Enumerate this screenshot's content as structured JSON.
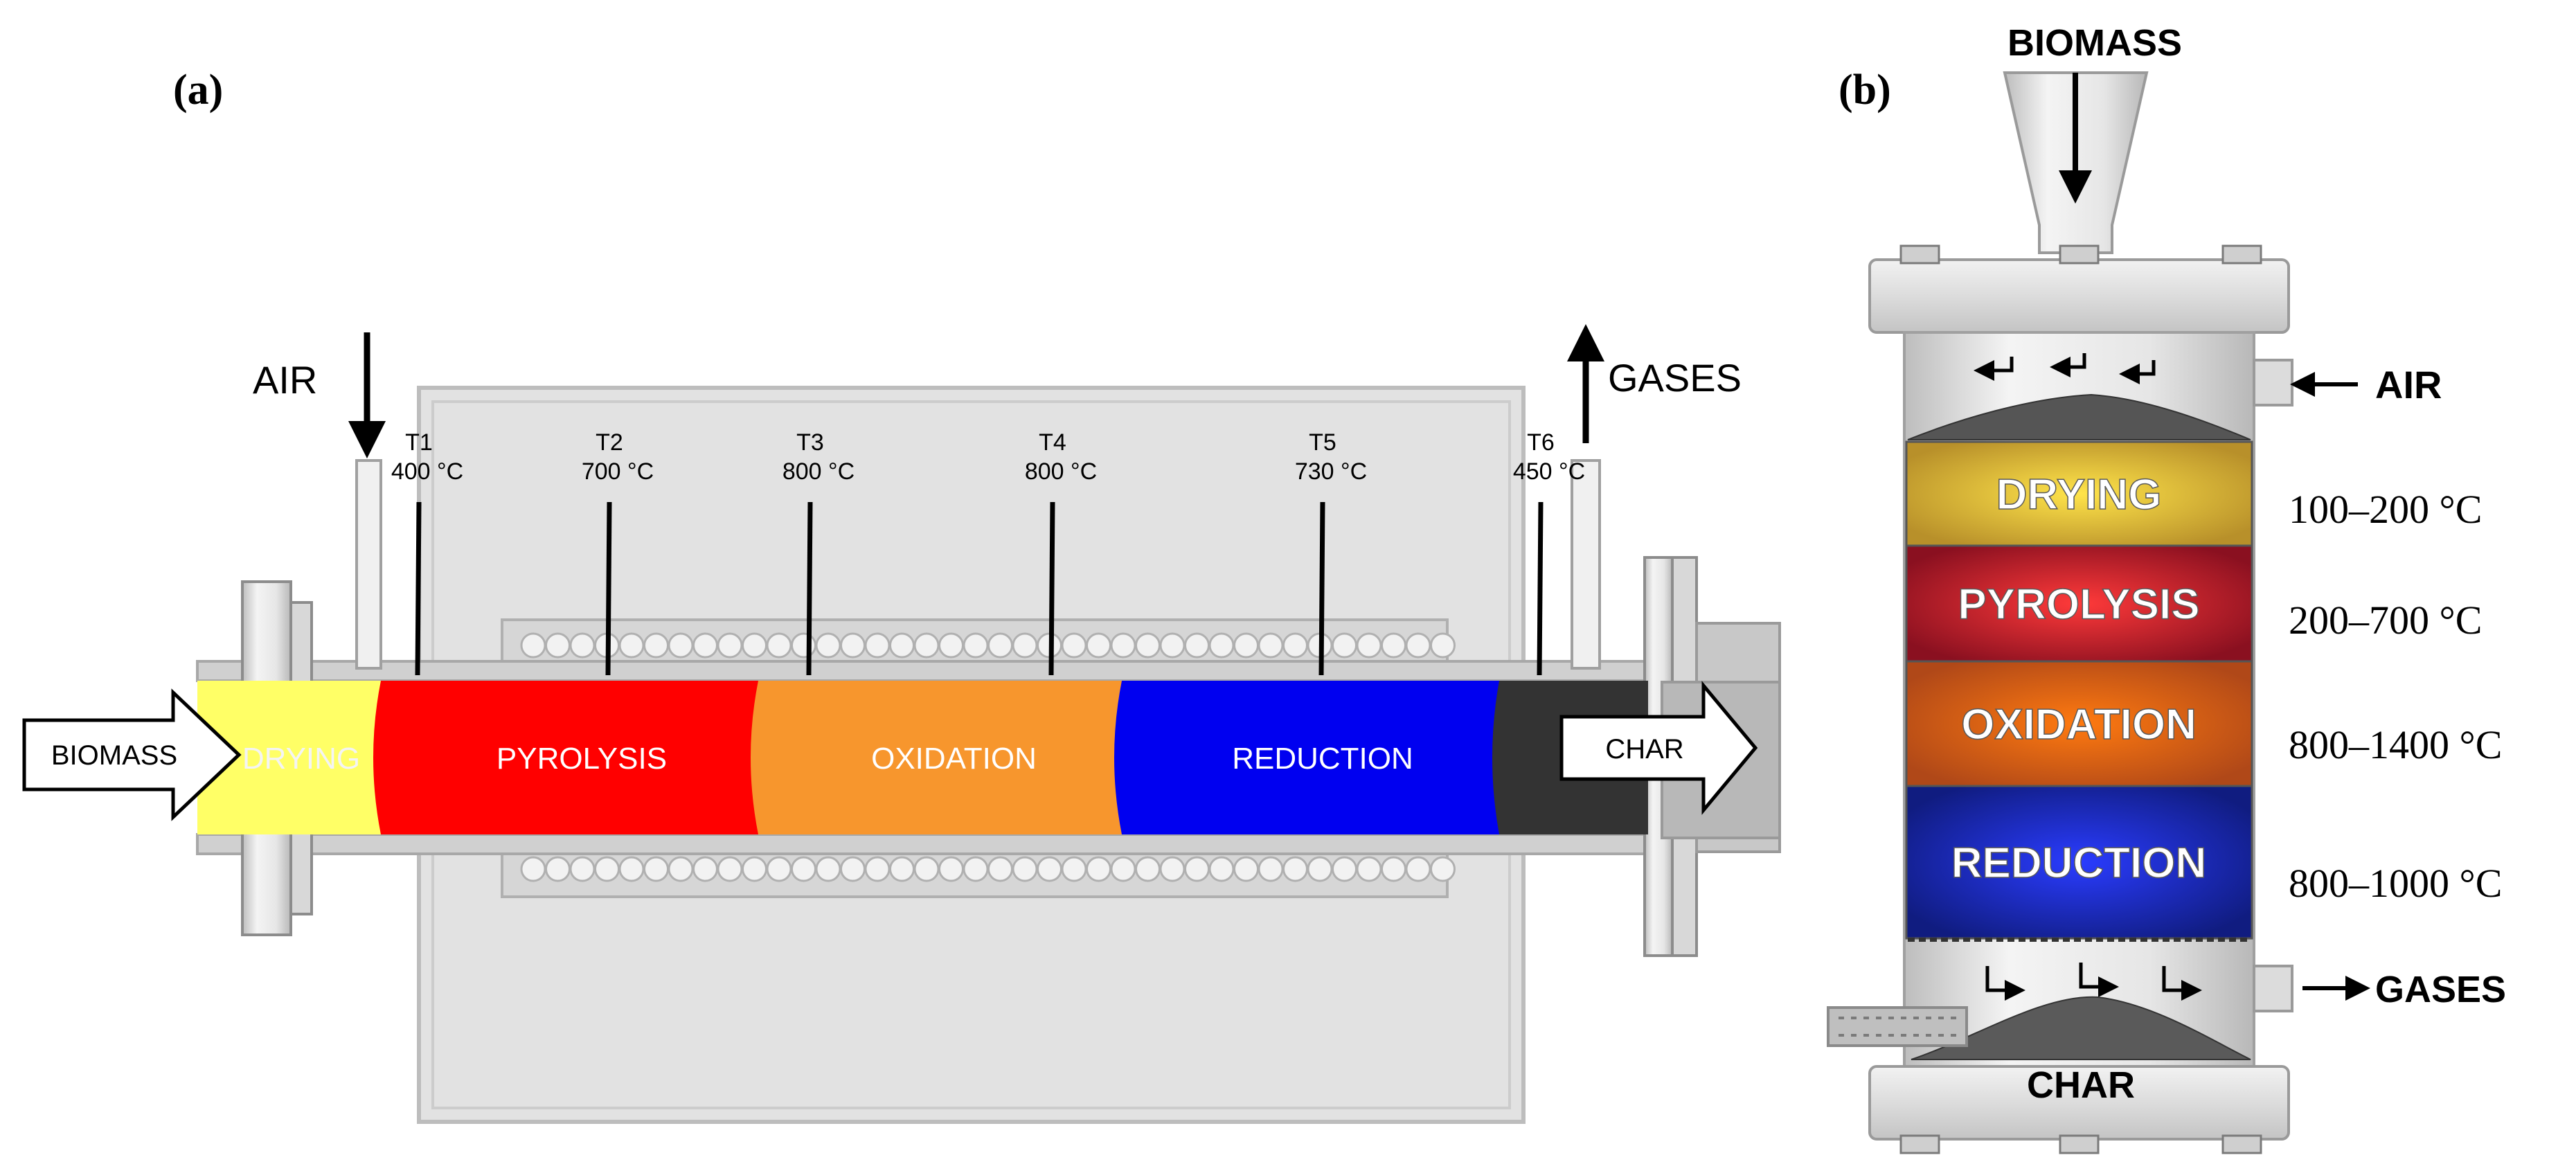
{
  "panel_a": {
    "label": "(a)",
    "inputs": {
      "biomass": "BIOMASS",
      "air": "AIR",
      "gases": "GASES",
      "char": "CHAR"
    },
    "zones": [
      {
        "label": "DRYING",
        "color": "#ffff66"
      },
      {
        "label": "PYROLYSIS",
        "color": "#ff0000"
      },
      {
        "label": "OXIDATION",
        "color": "#f7962d"
      },
      {
        "label": "REDUCTION",
        "color": "#0000f0"
      }
    ],
    "char_zone_color": "#333333",
    "thermocouples": [
      {
        "name": "T1",
        "temp": "400 °C"
      },
      {
        "name": "T2",
        "temp": "700 °C"
      },
      {
        "name": "T3",
        "temp": "800 °C"
      },
      {
        "name": "T4",
        "temp": "800 °C"
      },
      {
        "name": "T5",
        "temp": "730 °C"
      },
      {
        "name": "T6",
        "temp": "450 °C"
      }
    ]
  },
  "panel_b": {
    "label": "(b)",
    "biomass": "BIOMASS",
    "air": "AIR",
    "gases": "GASES",
    "char": "CHAR",
    "zones": [
      {
        "label": "DRYING",
        "range": "100–200 °C",
        "color": "#d8b822"
      },
      {
        "label": "PYROLYSIS",
        "range": "200–700 °C",
        "color": "#c0131c"
      },
      {
        "label": "OXIDATION",
        "range": "800–1400 °C",
        "color": "#f06a10"
      },
      {
        "label": "REDUCTION",
        "range": "800–1000 °C",
        "color": "#2030c8"
      }
    ]
  }
}
